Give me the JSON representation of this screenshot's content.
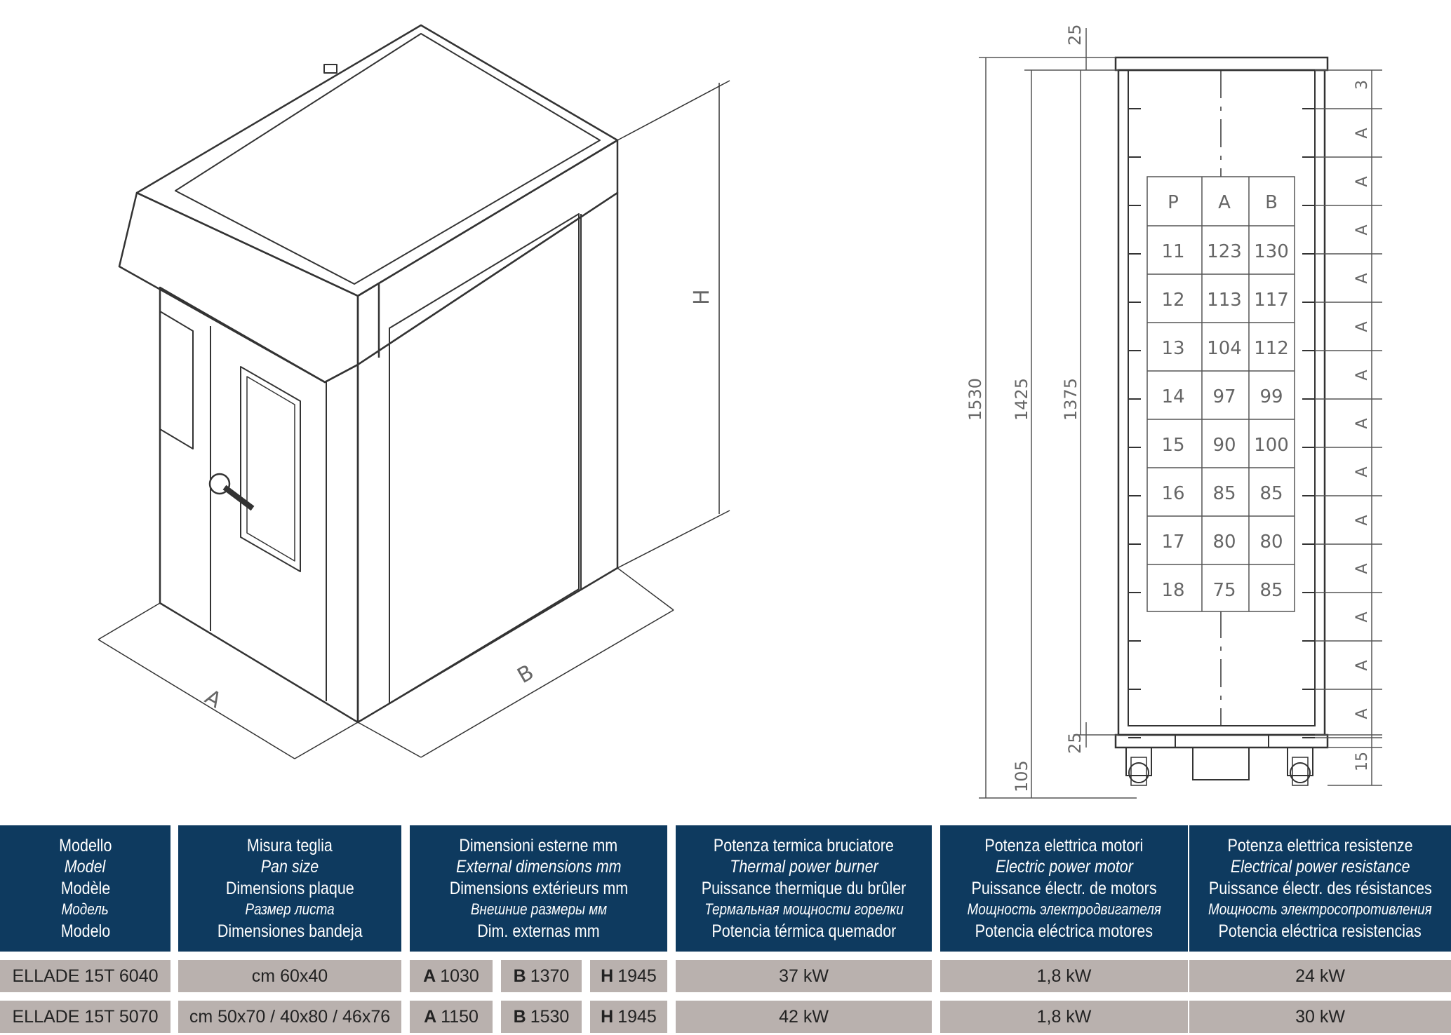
{
  "drawing": {
    "iso_labels": {
      "a": "A",
      "b": "B",
      "h": "H"
    },
    "left_dims": [
      "1530",
      "1425",
      "1375",
      "105"
    ],
    "top_dim": "25",
    "bottom_dim": "25",
    "right_dims": [
      "3",
      "A",
      "A",
      "A",
      "A",
      "A",
      "A",
      "A",
      "A",
      "A",
      "A",
      "A",
      "A",
      "A",
      "15"
    ]
  },
  "tray_table": {
    "headers": [
      "P",
      "A",
      "B"
    ],
    "rows": [
      [
        "11",
        "123",
        "130"
      ],
      [
        "12",
        "113",
        "117"
      ],
      [
        "13",
        "104",
        "112"
      ],
      [
        "14",
        "97",
        "99"
      ],
      [
        "15",
        "90",
        "100"
      ],
      [
        "16",
        "85",
        "85"
      ],
      [
        "17",
        "80",
        "80"
      ],
      [
        "18",
        "75",
        "85"
      ]
    ]
  },
  "spec": {
    "headers": [
      {
        "it": "Modello",
        "en": "Model",
        "fr": "Modèle",
        "ru": "Модель",
        "es": "Modelo"
      },
      {
        "it": "Misura teglia",
        "en": "Pan size",
        "fr": "Dimensions plaque",
        "ru": "Размер листа",
        "es": "Dimensiones bandeja"
      },
      {
        "it": "Dimensioni esterne mm",
        "en": "External dimensions mm",
        "fr": "Dimensions extérieurs mm",
        "ru": "Внешние размеры мм",
        "es": "Dim. externas mm"
      },
      {
        "it": "Potenza termica bruciatore",
        "en": "Thermal power burner",
        "fr": "Puissance thermique du brûler",
        "ru": "Термальная мощности горелки",
        "es": "Potencia térmica quemador"
      },
      {
        "it": "Potenza elettrica motori",
        "en": "Electric power motor",
        "fr": "Puissance électr. de motors",
        "ru": "Мощность электродвигателя",
        "es": "Potencia eléctrica motores"
      },
      {
        "it": "Potenza elettrica resistenze",
        "en": "Electrical power resistance",
        "fr": "Puissance électr. des résistances",
        "ru": "Мощность электросопротивления",
        "es": "Potencia eléctrica resistencias"
      }
    ],
    "rows": [
      {
        "model": "ELLADE 15T 6040",
        "pan": "cm 60x40",
        "a_label": "A",
        "a": "1030",
        "b_label": "B",
        "b": "1370",
        "h_label": "H",
        "h": "1945",
        "burner": "37 kW",
        "motor": "1,8 kW",
        "resistance": "24 kW"
      },
      {
        "model": "ELLADE 15T 5070",
        "pan": "cm 50x70 / 40x80 / 46x76",
        "a_label": "A",
        "a": "1150",
        "b_label": "B",
        "b": "1530",
        "h_label": "H",
        "h": "1945",
        "burner": "42 kW",
        "motor": "1,8 kW",
        "resistance": "30 kW"
      }
    ]
  }
}
